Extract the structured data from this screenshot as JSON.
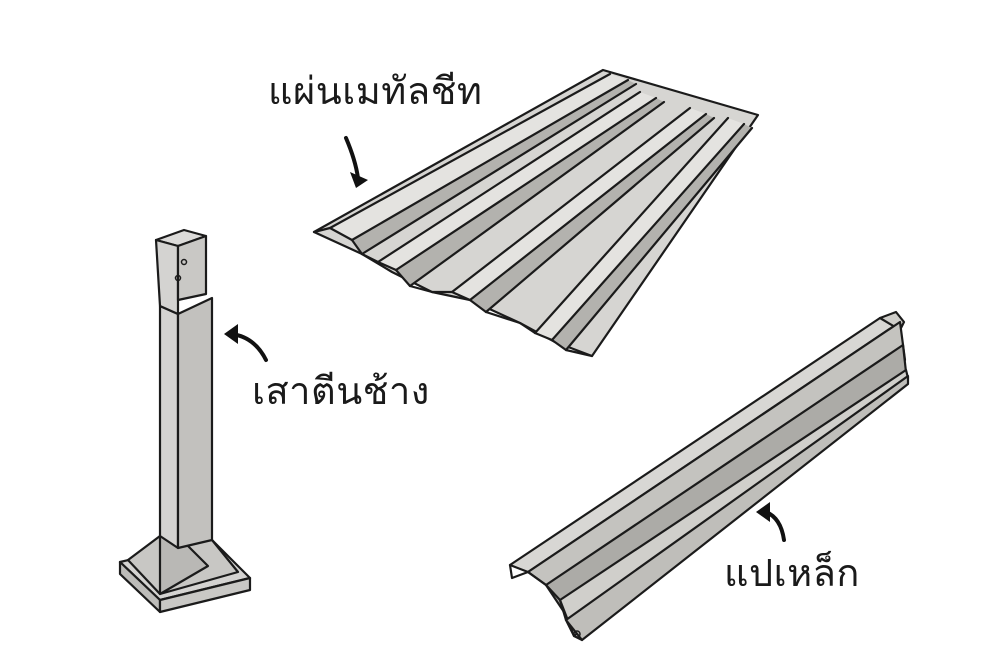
{
  "labels": {
    "metal_sheet": "แผ่นเมทัลชีท",
    "footing_post": "เสาตีนช้าง",
    "steel_purlin": "แปเหล็ก"
  },
  "colors": {
    "background": "#ffffff",
    "outline": "#1b1b1b",
    "metal_light": "#d6d5d2",
    "metal_mid": "#c2c1bd",
    "metal_dark": "#a9a8a4",
    "concrete_light": "#d4d3d1",
    "concrete_dark": "#b9b8b5"
  }
}
